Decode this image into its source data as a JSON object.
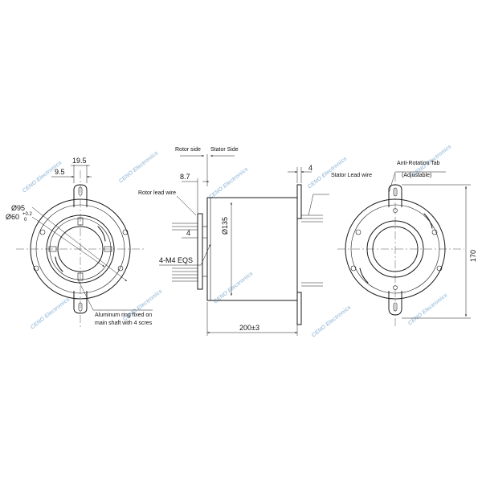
{
  "labels": {
    "rotor_side": "Rotor side",
    "stator_side": "Stator Side",
    "rotor_lead_wire": "Rotor lead wire",
    "stator_lead_wire": "Stator Lead wire",
    "anti_rotation_tab": "Anti-Rotation Tab",
    "adjustable": "(Adjustable)",
    "aluminum_ring_line1": "Aluminum ring fixed on",
    "aluminum_ring_line2": "main shaft with 4 scres"
  },
  "dimensions": {
    "d_19_5": "19.5",
    "d_9_5": "9.5",
    "phi_95": "Ø95",
    "phi_60": "Ø60",
    "phi_60_tol_upper": "+0.2",
    "phi_60_tol_lower": "0",
    "d_8_7": "8.7",
    "d_4_left": "4",
    "thread": "4-M4  EQS",
    "phi_135": "Ø135",
    "length_200": "200±3",
    "d_4_right": "4",
    "height_170": "170"
  },
  "watermark": {
    "text": "CENO Electronics"
  }
}
